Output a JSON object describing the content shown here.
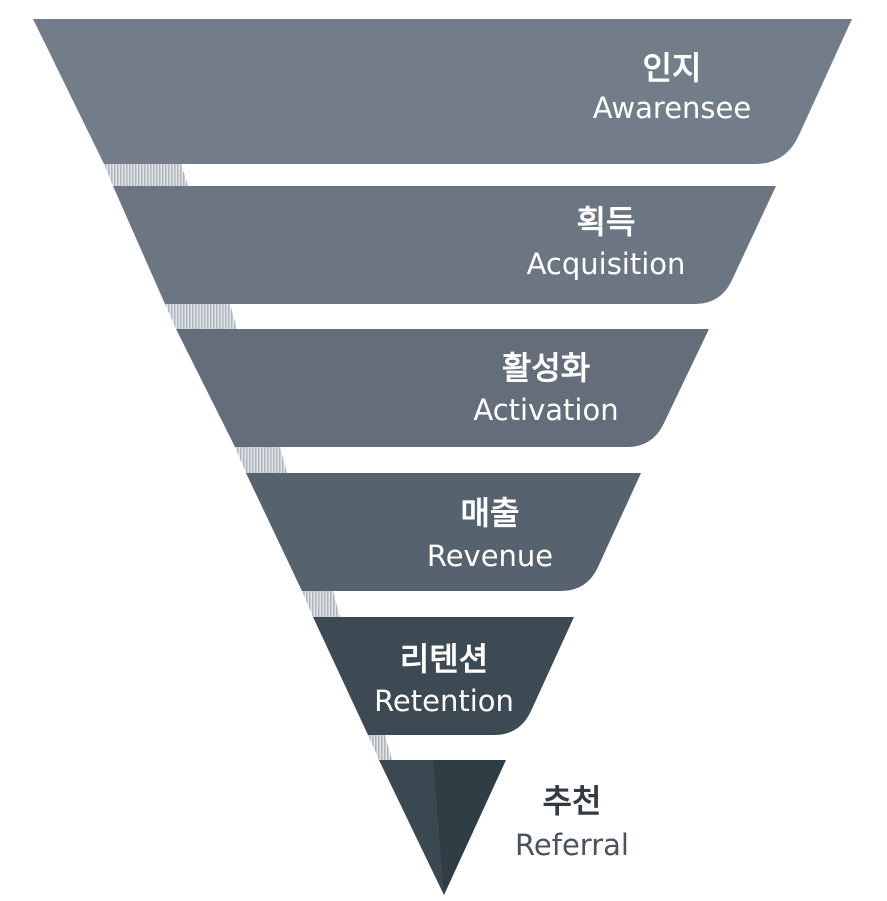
{
  "funnel": {
    "stages": [
      {
        "ko": "인지",
        "en": "Awarensee",
        "color": "#737d89"
      },
      {
        "ko": "획득",
        "en": "Acquisition",
        "color": "#6c7683"
      },
      {
        "ko": "활성화",
        "en": "Activation",
        "color": "#646e7a"
      },
      {
        "ko": "매출",
        "en": "Revenue",
        "color": "#56626e"
      },
      {
        "ko": "리텐션",
        "en": "Retention",
        "color": "#3e4a53"
      },
      {
        "ko": "추천",
        "en": "Referral",
        "color": "#2f3d45"
      }
    ],
    "colors": {
      "label_on_band": "#ffffff",
      "label_outside_ko": "#333a44",
      "label_outside_en": "#4a5260",
      "gap_stripe": "#c9ced4",
      "tip_highlight": "#4a5860"
    }
  }
}
